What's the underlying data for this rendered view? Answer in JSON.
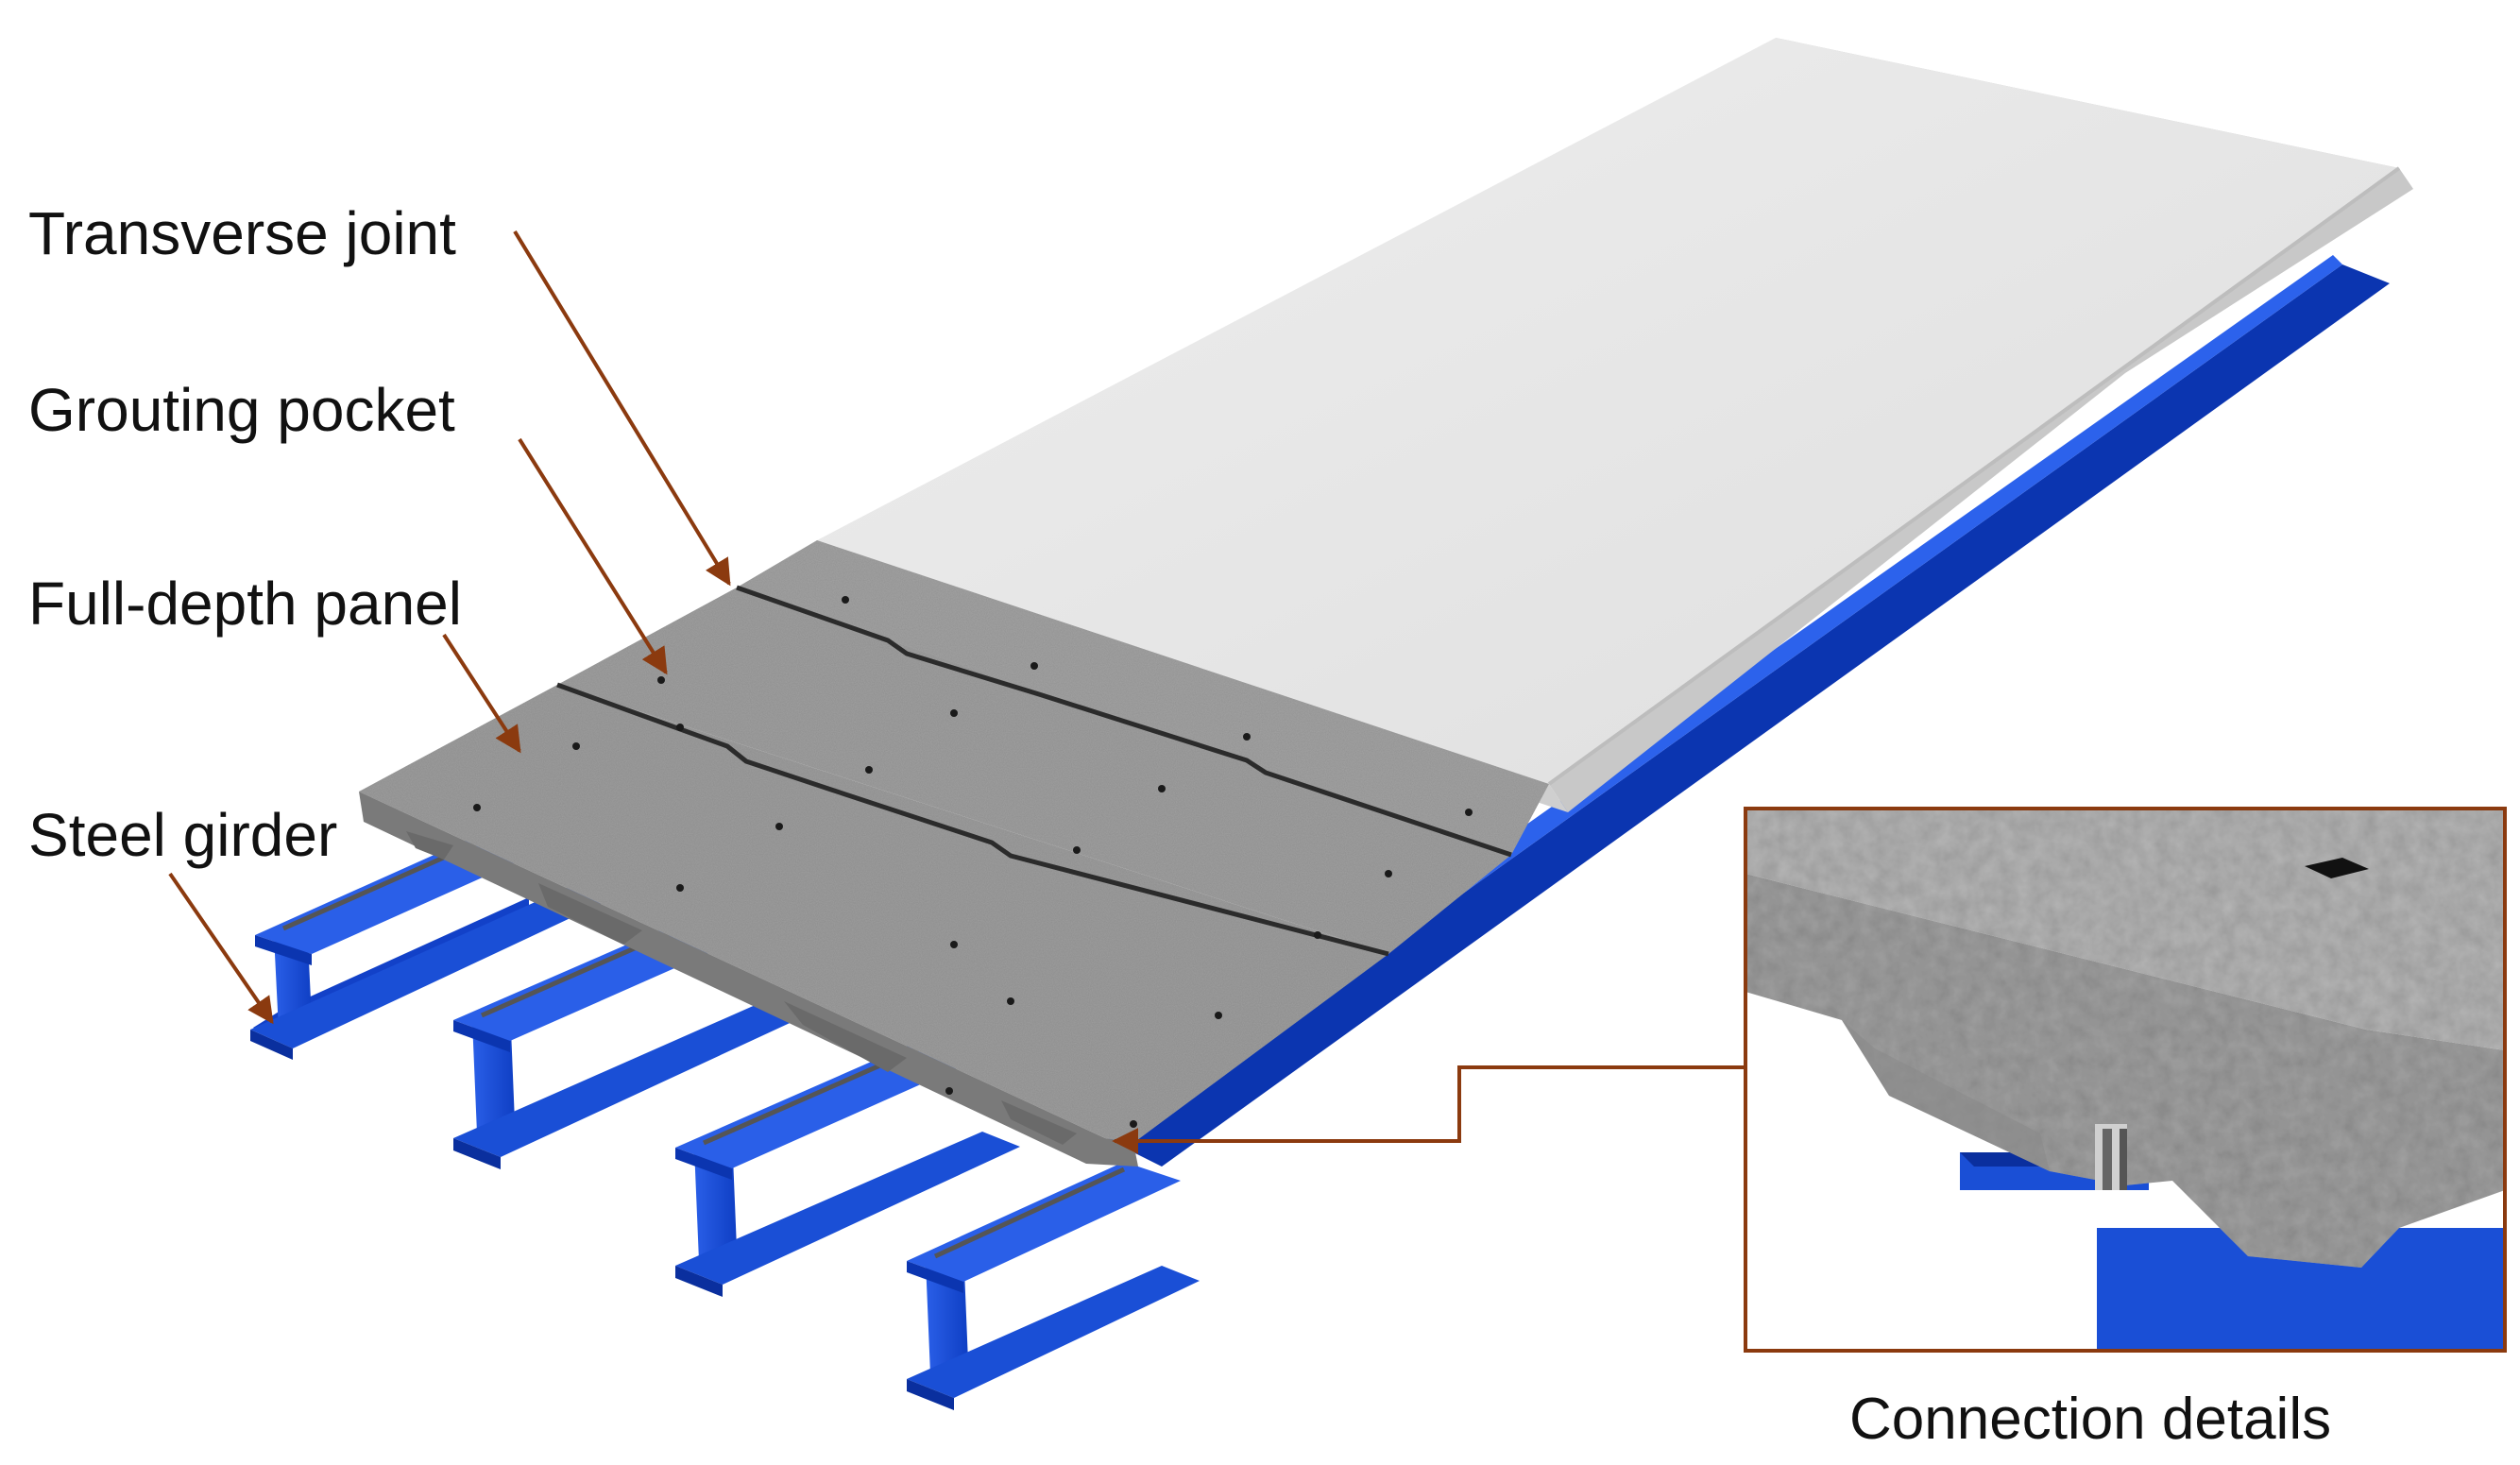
{
  "labels": {
    "transverse_joint": "Transverse joint",
    "grouting_pocket": "Grouting pocket",
    "full_depth_panel": "Full-depth panel",
    "steel_girder": "Steel girder",
    "connection_details": "Connection details"
  },
  "colors": {
    "steel": "#1a4fd6",
    "steel_dark": "#0a2f9e",
    "steel_light": "#3a6cf0",
    "concrete": "#9c9c9c",
    "concrete_dark": "#6f6f6f",
    "deck_overlay": "#e6e6e6",
    "leader": "#8b3a0f",
    "frame": "#8b3a0f"
  }
}
